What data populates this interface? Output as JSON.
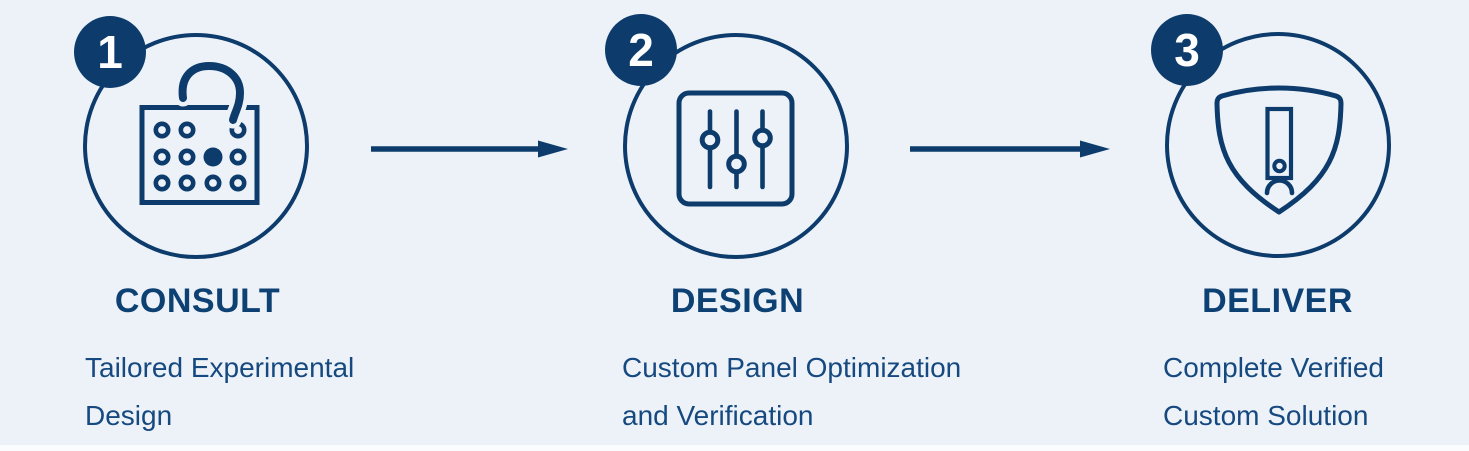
{
  "diagram_title": "custom-solution-process",
  "colors": {
    "background": "#edf2f9",
    "navy": "#0d3c6c",
    "title_text": "#0e4173",
    "body_text": "#15497f",
    "badge_number": "#ffffff",
    "bottom_strip": "#fafcfe"
  },
  "steps": [
    {
      "number": "1",
      "title": "CONSULT",
      "description_lines": [
        "Tailored Experimental",
        "Design"
      ],
      "icon": "experiment-plate-question-icon"
    },
    {
      "number": "2",
      "title": "DESIGN",
      "description_lines": [
        "Custom Panel Optimization",
        "and Verification"
      ],
      "icon": "sliders-panel-icon"
    },
    {
      "number": "3",
      "title": "DELIVER",
      "description_lines": [
        "Complete Verified",
        "Custom Solution"
      ],
      "icon": "shield-verified-strip-icon"
    }
  ],
  "arrows": [
    "step1-to-step2",
    "step2-to-step3"
  ]
}
